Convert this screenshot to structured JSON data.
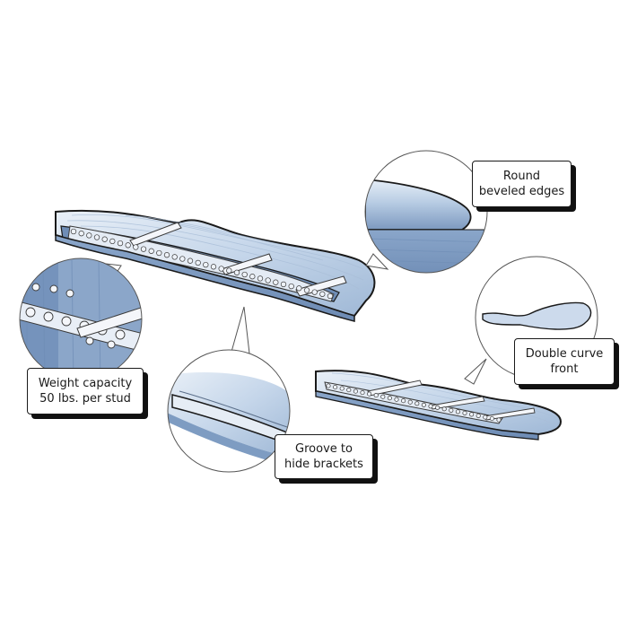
{
  "labels": {
    "weight": {
      "line1": "Weight capacity",
      "line2": "50 lbs. per stud"
    },
    "groove": {
      "line1": "Groove to",
      "line2": "hide brackets"
    },
    "round": {
      "line1": "Round",
      "line2": "beveled edges"
    },
    "curve": {
      "line1": "Double curve",
      "line2": "front"
    }
  },
  "colors": {
    "shelf_top": "#dbe6f2",
    "shelf_mid": "#b7cbe2",
    "shelf_side": "#7e9cc2",
    "outline": "#1a1a1a",
    "stud": "#eef2f8",
    "circle_stroke": "#555555"
  }
}
